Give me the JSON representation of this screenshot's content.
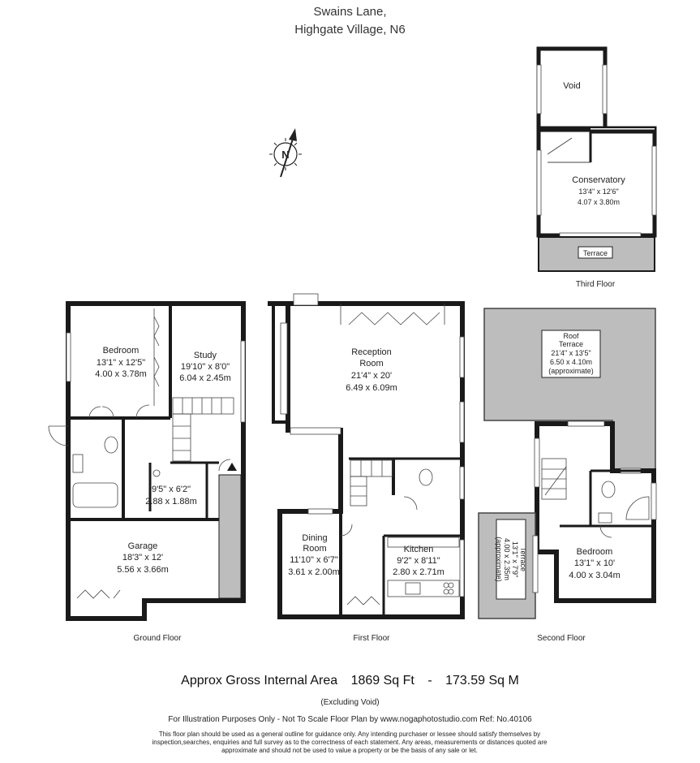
{
  "header": {
    "line1": "Swains Lane,",
    "line2": "Highgate Village, N6"
  },
  "compass": {
    "letter": "N"
  },
  "floors": {
    "third": {
      "label": "Third Floor",
      "rooms": {
        "void": {
          "name": "Void"
        },
        "conservatory": {
          "name": "Conservatory",
          "imperial": "13'4\" x 12'6\"",
          "metric": "4.07 x 3.80m"
        },
        "terrace": {
          "name": "Terrace"
        }
      }
    },
    "ground": {
      "label": "Ground Floor",
      "rooms": {
        "bedroom": {
          "name": "Bedroom",
          "imperial": "13'1\" x 12'5\"",
          "metric": "4.00 x 3.78m"
        },
        "study": {
          "name": "Study",
          "imperial": "19'10\" x 8'0\"",
          "metric": "6.04 x 2.45m"
        },
        "utility": {
          "imperial": "9'5\" x 6'2\"",
          "metric": "2.88 x 1.88m"
        },
        "garage": {
          "name": "Garage",
          "imperial": "18'3\" x 12'",
          "metric": "5.56 x 3.66m"
        }
      }
    },
    "first": {
      "label": "First Floor",
      "rooms": {
        "reception": {
          "name1": "Reception",
          "name2": "Room",
          "imperial": "21'4\" x 20'",
          "metric": "6.49 x 6.09m"
        },
        "dining": {
          "name1": "Dining",
          "name2": "Room",
          "imperial": "11'10\" x 6'7\"",
          "metric": "3.61 x 2.00m"
        },
        "kitchen": {
          "name": "Kitchen",
          "imperial": "9'2\" x 8'11\"",
          "metric": "2.80 x 2.71m"
        }
      }
    },
    "second": {
      "label": "Second Floor",
      "rooms": {
        "roof_terrace": {
          "name1": "Roof",
          "name2": "Terrace",
          "imperial": "21'4\" x 13'5\"",
          "metric": "6.50 x 4.10m",
          "note": "(approximate)"
        },
        "terrace": {
          "name": "Terrace",
          "imperial": "13'1\" x 7'9\"",
          "metric": "4.00 x 2.35m",
          "note": "(approximate)"
        },
        "bedroom": {
          "name": "Bedroom",
          "imperial": "13'1\" x 10'",
          "metric": "4.00 x 3.04m"
        }
      }
    }
  },
  "footer": {
    "area_label": "Approx Gross Internal Area",
    "area_sqft": "1869 Sq Ft",
    "separator": "-",
    "area_sqm": "173.59 Sq M",
    "excluding": "(Excluding Void)",
    "disclaimer_line": "For Illustration Purposes Only - Not To Scale   Floor Plan by www.nogaphotostudio.com   Ref: No.40106",
    "disclaimer_body": "This floor plan should be used as a general outline for guidance only. Any intending purchaser or lessee should satisfy themselves by inspection,searches, enquiries and full survey as to the correctness of each statement. Any areas, measurements or distances quoted are approximate and should not be used to value a property or be the basis of any sale or let."
  },
  "colors": {
    "wall": "#1a1a1a",
    "terrace_fill": "#bdbdbd",
    "line": "#444444"
  }
}
